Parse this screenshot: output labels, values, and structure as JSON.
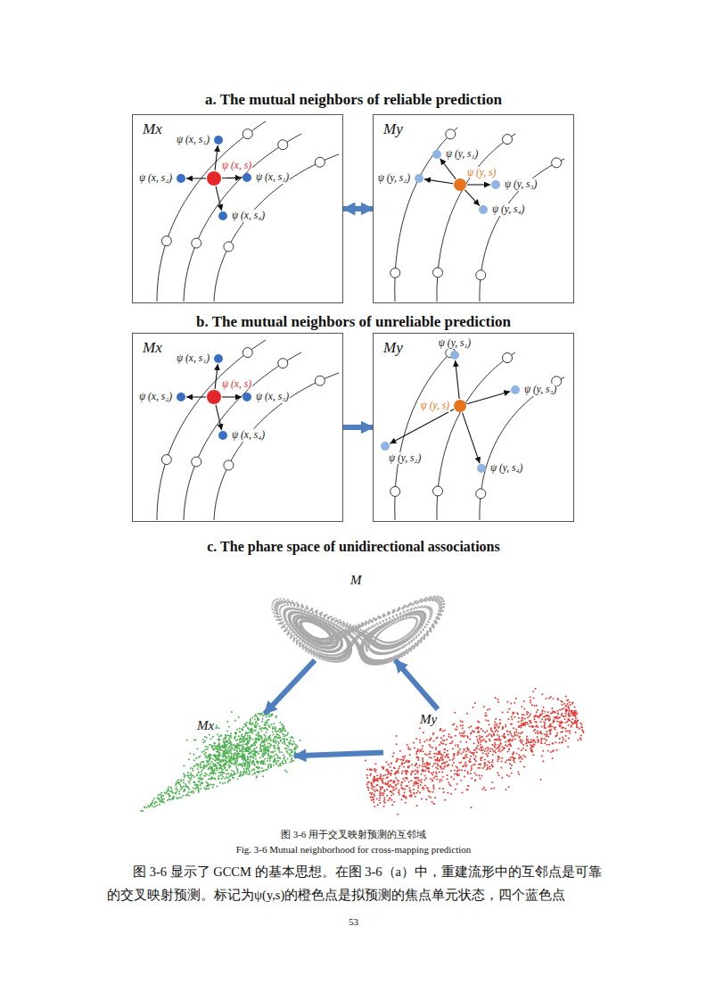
{
  "diagram": {
    "caption": "图 3-6 用于交叉映射预测的互邻域",
    "nodes": [
      {
        "text": [
          "Mx"
        ]
      },
      {
        "text": [
          "ψ (x, s)"
        ],
        "in": 0
      },
      {
        "text": [
          "ψ (x, s₁)"
        ],
        "in": 0
      },
      {
        "text": [
          "ψ (x, s₂)"
        ],
        "in": 0
      },
      {
        "text": [
          "ψ (x, s₃)"
        ],
        "in": 0
      },
      {
        "text": [
          "ψ (x, s₄)"
        ],
        "in": 0
      },
      {
        "text": [
          "My"
        ]
      },
      {
        "text": [
          "ψ (y, s)"
        ],
        "in": 6
      },
      {
        "text": [
          "ψ (y, s₁)"
        ],
        "in": 6
      },
      {
        "text": [
          "ψ (y, s₂)"
        ],
        "in": 6
      },
      {
        "text": [
          "ψ (y, s₃)"
        ],
        "in": 6
      },
      {
        "text": [
          "ψ (y, s₄)"
        ],
        "in": 6
      },
      {
        "text": [
          "Mx"
        ]
      },
      {
        "text": [
          "ψ (x, s)"
        ],
        "in": 12
      },
      {
        "text": [
          "ψ (x, s₁)"
        ],
        "in": 12
      },
      {
        "text": [
          "ψ (x, s₂)"
        ],
        "in": 12
      },
      {
        "text": [
          "ψ (x, s₃)"
        ],
        "in": 12
      },
      {
        "text": [
          "ψ (x, s₄)"
        ],
        "in": 12
      },
      {
        "text": [
          "My"
        ]
      },
      {
        "text": [
          "ψ (y, s)"
        ],
        "in": 18
      },
      {
        "text": [
          "ψ (y, s₁)"
        ],
        "in": 18
      },
      {
        "text": [
          "ψ (y, s₂)"
        ],
        "in": 18
      },
      {
        "text": [
          "ψ (y, s₃)"
        ],
        "in": 18
      },
      {
        "text": [
          "ψ (y, s₄)"
        ],
        "in": 18
      },
      {
        "text": [
          "M"
        ]
      },
      {
        "text": [
          "Mx"
        ]
      },
      {
        "text": [
          "My"
        ]
      }
    ],
    "edges": [
      {
        "from": 1,
        "to": 2,
        "arrow": "to"
      },
      {
        "from": 1,
        "to": 3,
        "arrow": "to"
      },
      {
        "from": 1,
        "to": 4,
        "arrow": "to"
      },
      {
        "from": 1,
        "to": 5,
        "arrow": "to"
      },
      {
        "from": 7,
        "to": 8,
        "arrow": "to"
      },
      {
        "from": 7,
        "to": 9,
        "arrow": "to"
      },
      {
        "from": 7,
        "to": 10,
        "arrow": "to"
      },
      {
        "from": 7,
        "to": 11,
        "arrow": "to"
      },
      {
        "from": 13,
        "to": 14,
        "arrow": "to"
      },
      {
        "from": 13,
        "to": 15,
        "arrow": "to"
      },
      {
        "from": 13,
        "to": 16,
        "arrow": "to"
      },
      {
        "from": 13,
        "to": 17,
        "arrow": "to"
      },
      {
        "from": 19,
        "to": 20,
        "arrow": "to"
      },
      {
        "from": 19,
        "to": 21,
        "arrow": "to"
      },
      {
        "from": 19,
        "to": 22,
        "arrow": "to"
      },
      {
        "from": 19,
        "to": 23,
        "arrow": "to"
      },
      {
        "from": 0,
        "to": 6,
        "arrow": "both"
      },
      {
        "from": 12,
        "to": 18,
        "arrow": "to"
      },
      {
        "from": 24,
        "to": 25,
        "arrow": "to"
      },
      {
        "from": 26,
        "to": 24,
        "arrow": "to"
      },
      {
        "from": 26,
        "to": 25,
        "arrow": "to"
      }
    ],
    "labels": [
      "a. The mutual neighbors of reliable prediction",
      "b. The mutual neighbors of unreliable prediction",
      "c. The phare space of unidirectional associations",
      "Fig. 3-6 Mutual neighborhood for cross-mapping prediction",
      "图 3-6 显示了 GCCM 的基本思想。在图 3-6（a）中，重建流形中的互邻点是可靠的交叉映射预测。标记为ψ(y,s)的橙色点是拟预测的焦点单元状态，四个蓝色点",
      "53"
    ]
  }
}
